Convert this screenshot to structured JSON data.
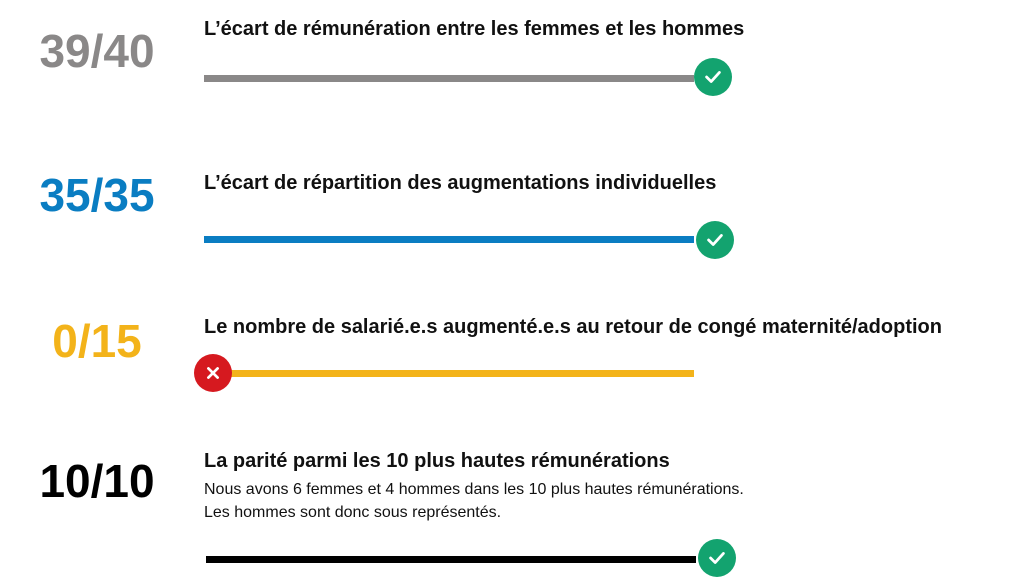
{
  "colors": {
    "row1": "#8a8888",
    "row2": "#0a7dc2",
    "row3": "#f3b31a",
    "row4": "#000000",
    "success_badge": "#13a36f",
    "fail_badge": "#d6191f"
  },
  "indicators": [
    {
      "score": "39/40",
      "title": "L’écart de rémunération entre les femmes et les hommes",
      "progress": 1.0,
      "status": "check-icon"
    },
    {
      "score": "35/35",
      "title": "L’écart de répartition des augmentations individuelles",
      "progress": 1.0,
      "status": "check-icon"
    },
    {
      "score": "0/15",
      "title": "Le nombre de salarié.e.s augmenté.e.s au retour de congé maternité/adoption",
      "progress": 0.0,
      "status": "cross-icon"
    },
    {
      "score": "10/10",
      "title": "La parité parmi les 10 plus hautes rémunérations",
      "description": [
        "Nous avons 6 femmes et 4 hommes dans les 10 plus hautes rémunérations.",
        "Les hommes sont donc sous représentés."
      ],
      "progress": 1.0,
      "status": "check-icon"
    }
  ]
}
